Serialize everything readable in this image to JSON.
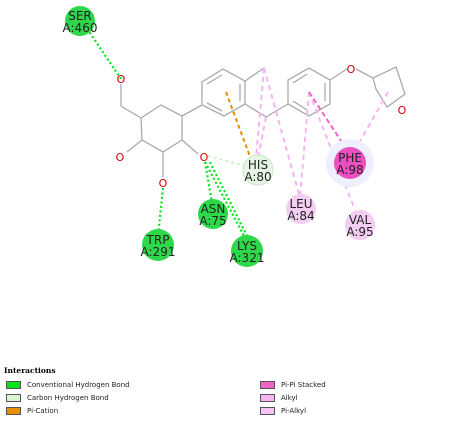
{
  "atoms": {
    "o": "O"
  },
  "residues": [
    {
      "name": "SER",
      "num": "A:460",
      "type": "conventional"
    },
    {
      "name": "HIS",
      "num": "A:80",
      "type": "carbon"
    },
    {
      "name": "PHE",
      "num": "A:98",
      "type": "pipi"
    },
    {
      "name": "LEU",
      "num": "A:84",
      "type": "alkyl"
    },
    {
      "name": "ASN",
      "num": "A:75",
      "type": "conventional"
    },
    {
      "name": "VAL",
      "num": "A:95",
      "type": "alkyl"
    },
    {
      "name": "TRP",
      "num": "A:291",
      "type": "conventional"
    },
    {
      "name": "LYS",
      "num": "A:321",
      "type": "conventional"
    }
  ],
  "legend": {
    "title": "Interactions",
    "items": [
      {
        "label": "Conventional Hydrogen Bond",
        "color": "#00e51a"
      },
      {
        "label": "Carbon Hydrogen Bond",
        "color": "#d9f5d3"
      },
      {
        "label": "Pi-Cation",
        "color": "#ea8c00"
      },
      {
        "label": "Pi-Pi Stacked",
        "color": "#f064c6"
      },
      {
        "label": "Alkyl",
        "color": "#f5b6f0"
      },
      {
        "label": "Pi-Alkyl",
        "color": "#f5c6f5"
      }
    ]
  },
  "colors": {
    "conventional": "#00e51a",
    "carbon": "#d9f5d3",
    "picaton": "#ea8c00",
    "pipi": "#f064c6",
    "alkyl": "#f5b6f0",
    "bond": "#aaaaaa",
    "oxygen": "#d40000"
  }
}
